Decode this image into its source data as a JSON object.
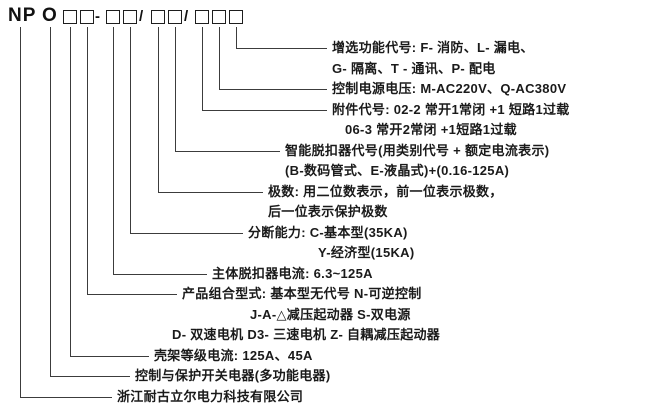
{
  "model": {
    "prefix": "NP",
    "category": "O",
    "dash": "-",
    "slash1": "/",
    "slash2": "/"
  },
  "labels": [
    {
      "text": "增选功能代号: F- 消防、L- 漏电、"
    },
    {
      "text": "G- 隔离、T - 通讯、P- 配电"
    },
    {
      "text": "控制电源电压: M-AC220V、Q-AC380V"
    },
    {
      "text": "附件代号: 02-2 常开1常闭 +1 短路1过载"
    },
    {
      "text": "06-3 常开2常闭 +1短路1过载"
    },
    {
      "text": "智能脱扣器代号(用类别代号 + 额定电流表示)"
    },
    {
      "text": "(B-数码管式、E-液晶式)+(0.16-125A)"
    },
    {
      "text": "极数: 用二位数表示，前一位表示极数，"
    },
    {
      "text": "后一位表示保护极数"
    },
    {
      "text": "分断能力: C-基本型(35KA)"
    },
    {
      "text": "Y-经济型(15KA)"
    },
    {
      "text": "主体脱扣器电流: 6.3~125A"
    },
    {
      "text": "产品组合型式: 基本型无代号 N-可逆控制"
    },
    {
      "text": "J-A-△减压起动器 S-双电源"
    },
    {
      "text": "D- 双速电机 D3- 三速电机 Z- 自耦减压起动器"
    },
    {
      "text": "壳架等级电流: 125A、45A"
    },
    {
      "text": "控制与保护开关电器(多功能电器)"
    },
    {
      "text": "浙江耐古立尔电力科技有限公司"
    }
  ]
}
